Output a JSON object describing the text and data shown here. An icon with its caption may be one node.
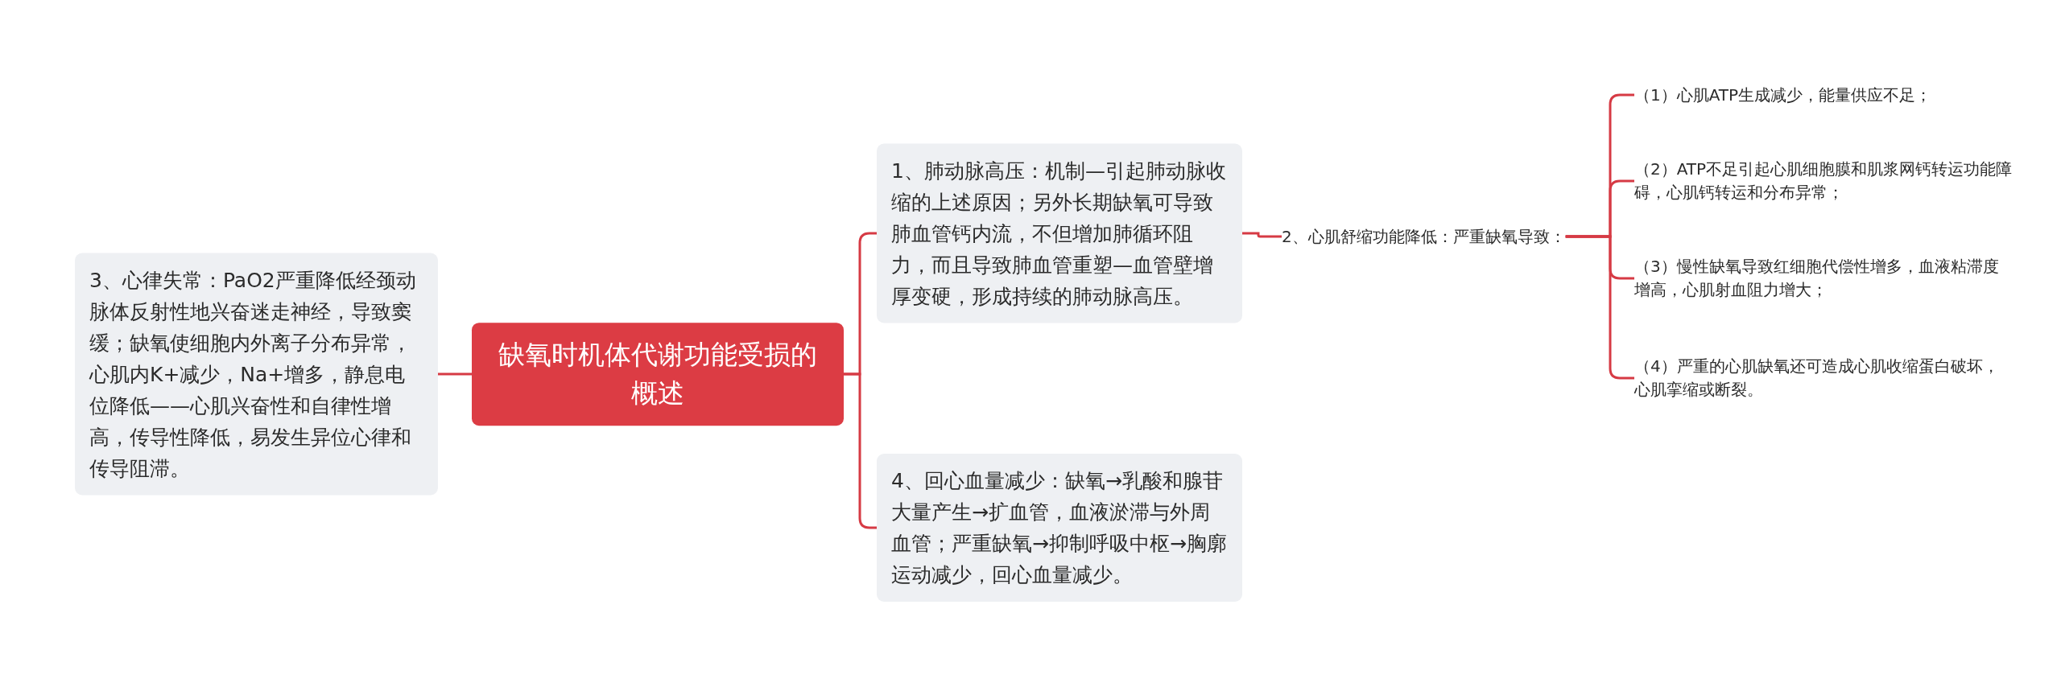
{
  "diagram": {
    "nodes": [
      {
        "text": [
          "缺氧时机体代谢功能受损的概述"
        ]
      },
      {
        "text": [
          "1、肺动脉高压：机制—引起肺动脉收缩的上述原因；另外长期缺氧可导致肺血管钙内流，不但增加肺循环阻力，而且导致肺血管重塑—血管壁增厚变硬，形成持续的肺动脉高压。"
        ]
      },
      {
        "text": [
          "2、心肌舒缩功能降低：严重缺氧导致："
        ]
      },
      {
        "text": [
          "（1）心肌ATP生成减少，能量供应不足；"
        ]
      },
      {
        "text": [
          "（2）ATP不足引起心肌细胞膜和肌浆网钙转运功能障碍，心肌钙转运和分布异常；"
        ]
      },
      {
        "text": [
          "（3）慢性缺氧导致红细胞代偿性增多，血液粘滞度增高，心肌射血阻力增大；"
        ]
      },
      {
        "text": [
          "（4）严重的心肌缺氧还可造成心肌收缩蛋白破坏，心肌挛缩或断裂。"
        ]
      },
      {
        "text": [
          "4、回心血量减少：缺氧→乳酸和腺苷大量产生→扩血管，血液淤滞与外周血管；严重缺氧→抑制呼吸中枢→胸廓运动减少，回心血量减少。"
        ]
      },
      {
        "text": [
          "3、心律失常：PaO2严重降低经颈动脉体反射性地兴奋迷走神经，导致窦缓；缺氧使细胞内外离子分布异常，心肌内K+减少，Na+增多，静息电位降低——心肌兴奋性和自律性增高，传导性降低，易发生异位心律和传导阻滞。"
        ]
      }
    ],
    "edges": [
      {
        "from": 0,
        "to": 1,
        "arrow": "none"
      },
      {
        "from": 1,
        "to": 2,
        "arrow": "none"
      },
      {
        "from": 2,
        "to": 3,
        "arrow": "none"
      },
      {
        "from": 2,
        "to": 4,
        "arrow": "none"
      },
      {
        "from": 2,
        "to": 5,
        "arrow": "none"
      },
      {
        "from": 2,
        "to": 6,
        "arrow": "none"
      },
      {
        "from": 0,
        "to": 7,
        "arrow": "none"
      },
      {
        "from": 0,
        "to": 8,
        "arrow": "none"
      }
    ]
  }
}
